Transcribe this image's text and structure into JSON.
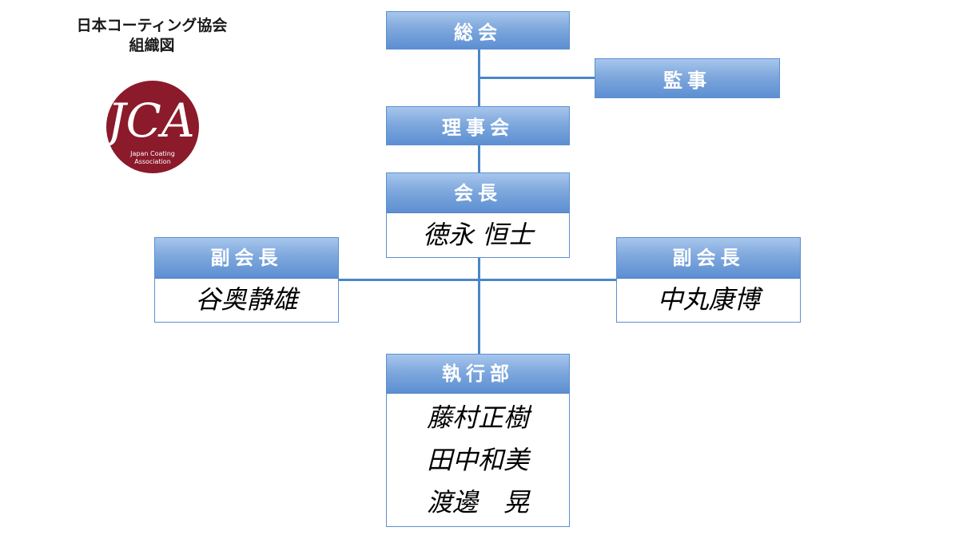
{
  "title": {
    "line1": "日本コーティング協会",
    "line2": "組織図"
  },
  "logo": {
    "letters": "JCA",
    "line1": "Japan Coating",
    "line2": "Association",
    "color": "#8b1a2b"
  },
  "nodes": {
    "general_assembly": {
      "label": "総会"
    },
    "auditor": {
      "label": "監事"
    },
    "board": {
      "label": "理事会"
    },
    "president": {
      "label": "会長",
      "name": "徳永 恒士"
    },
    "vp_left": {
      "label": "副会長",
      "name": "谷奥静雄"
    },
    "vp_right": {
      "label": "副会長",
      "name": "中丸康博"
    },
    "executive": {
      "label": "執行部",
      "members": [
        "藤村正樹",
        "田中和美",
        "渡邊　晃"
      ]
    }
  },
  "colors": {
    "header": "#6f9bd8",
    "line": "#4a86c8"
  }
}
